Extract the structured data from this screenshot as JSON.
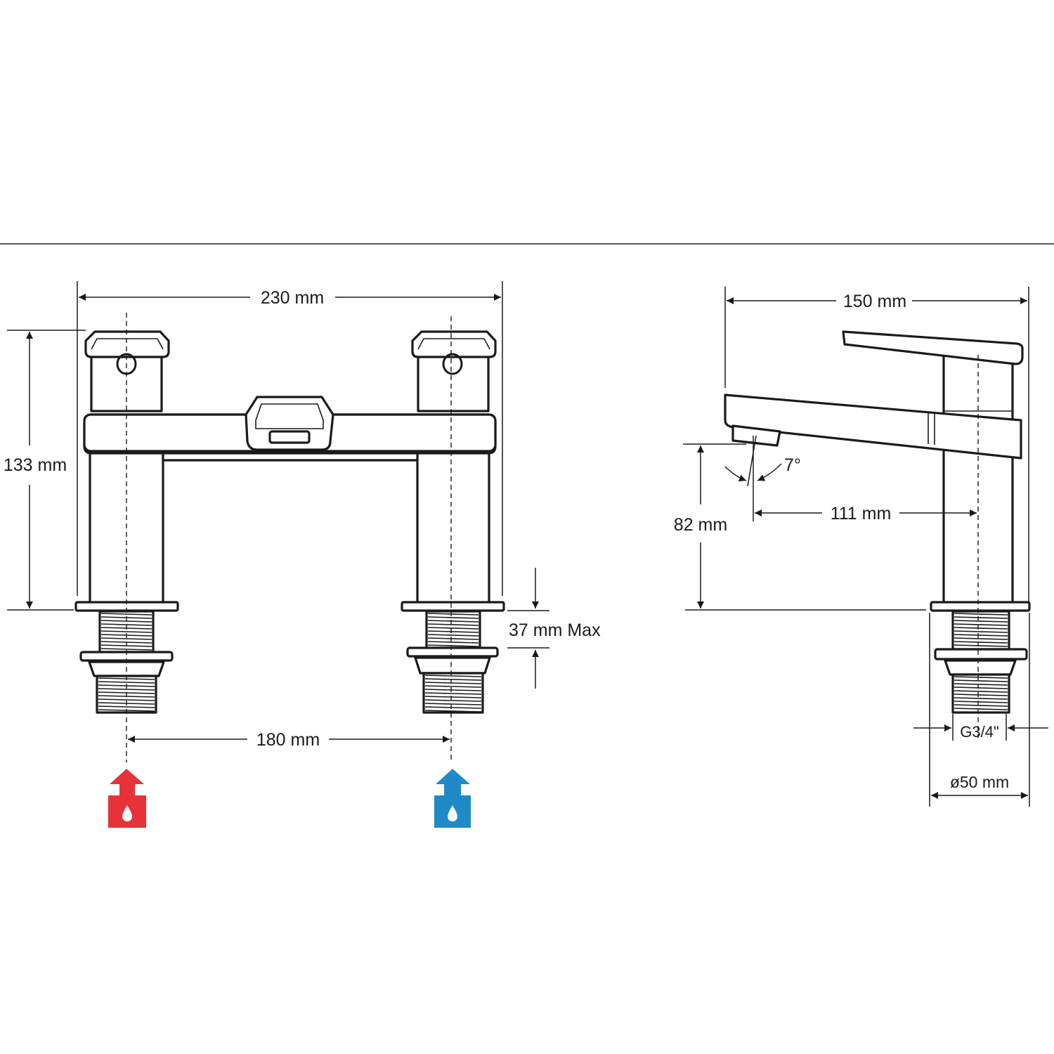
{
  "dimensions": {
    "overall_width": "230 mm",
    "height": "133 mm",
    "centres": "180 mm",
    "deck_thickness": "37 mm Max",
    "side_depth": "150 mm",
    "spout_height": "82 mm",
    "spout_reach": "111 mm",
    "spout_angle": "7°",
    "thread": "G3/4\"",
    "base_diameter": "ø50 mm"
  },
  "colors": {
    "hot": "#e63339",
    "cold": "#1f8ac5",
    "line": "#1a1a1a"
  },
  "icons": {
    "hot_inlet": "hot-water-inlet-icon",
    "cold_inlet": "cold-water-inlet-icon"
  }
}
